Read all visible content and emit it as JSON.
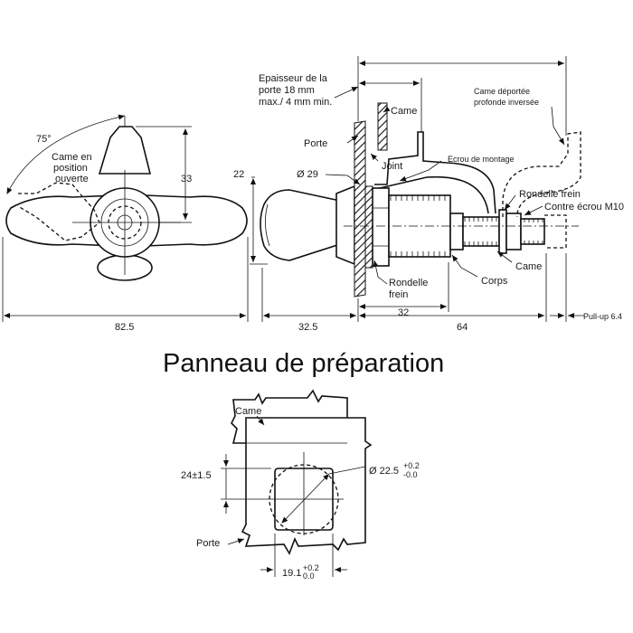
{
  "drawing": {
    "angle": "75°",
    "cam_open": [
      "Came en",
      "position",
      "ouverte"
    ],
    "thickness_note": [
      "Epaisseur de la",
      "porte 18 mm",
      "max./ 4 mm min."
    ],
    "door_label": "Porte",
    "cam_label": "Came",
    "joint_label": "Joint",
    "nut_label": "Ecrou de montage",
    "offset_cam": [
      "Came déportée",
      "profonde inversée"
    ],
    "lock_washer": "Rondelle frein",
    "lock_nut": "Contre écrou M10",
    "dia_label": "Ø 29",
    "washer_label": [
      "Rondelle",
      "frein"
    ],
    "cam_label_2": "Came",
    "body_label": "Corps",
    "pull_up": "Pull-up 6.4",
    "dims": {
      "d33": "33",
      "d22": "22",
      "d825": "82.5",
      "d325": "32.5",
      "d32": "32",
      "d64": "64"
    }
  },
  "panel": {
    "title": "Panneau de préparation",
    "cam_label": "Came",
    "door_label": "Porte",
    "height_dim": "24±1.5",
    "diameter_dim": "Ø 22.5",
    "diameter_tol_top": "+0.2",
    "diameter_tol_bot": "-0.0",
    "width_dim": "19.1",
    "width_tol_top": "+0.2",
    "width_tol_bot": "0.0"
  }
}
